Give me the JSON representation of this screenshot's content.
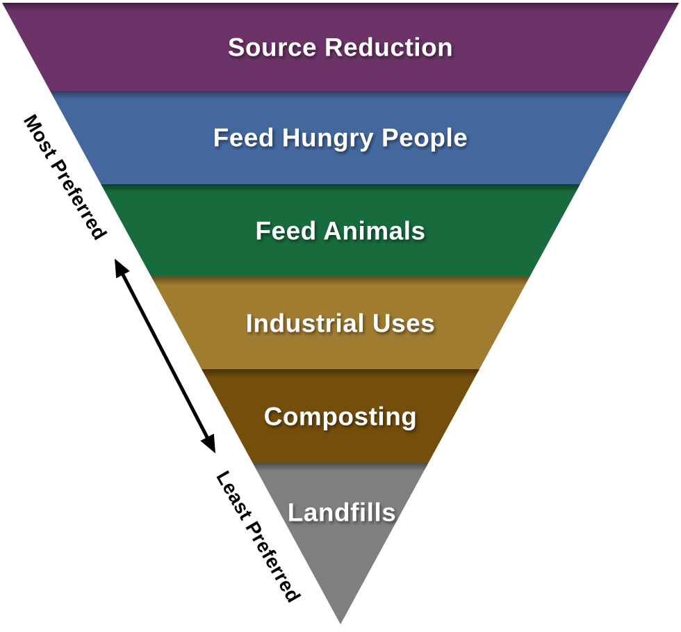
{
  "diagram": {
    "type": "inverted-pyramid",
    "tier_count": 6
  },
  "tiers": [
    {
      "label": "Source Reduction",
      "color": "#6B3368"
    },
    {
      "label": "Feed Hungry People",
      "color": "#44689E"
    },
    {
      "label": "Feed Animals",
      "color": "#176B3C"
    },
    {
      "label": "Industrial Uses",
      "color": "#A07C31"
    },
    {
      "label": "Composting",
      "color": "#744E0B"
    },
    {
      "label": "Landfills",
      "color": "#7F7F7F"
    }
  ],
  "axis": {
    "most_label": "Most Preferred",
    "least_label": "Least Preferred"
  },
  "styles": {
    "tier_text": "#FFFFFF",
    "side_label": "#000000",
    "arrow": "#000000",
    "background": "#FFFFFF"
  }
}
